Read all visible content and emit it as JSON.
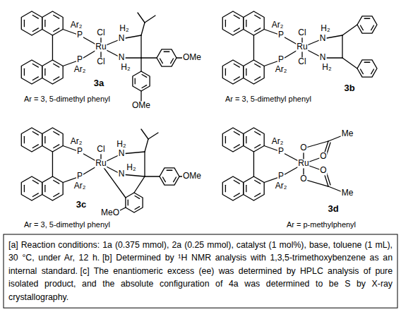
{
  "diagram": {
    "labels": [
      "P",
      "Ar₂",
      "Cl",
      "Ru",
      "P",
      "Ar₂",
      "Cl",
      "H₂",
      "N",
      "N",
      "H₂",
      "OMe",
      "OMe",
      "3a",
      "Ar = 3, 5-dimethyl phenyl",
      "P",
      "Ar₂",
      "Cl",
      "Ru",
      "P",
      "Ar₂",
      "Cl",
      "H₂",
      "N",
      "N",
      "H₂",
      "3b",
      "Ar = 3, 5-dimethyl phenyl",
      "P",
      "Ar₂",
      "Cl",
      "Ru",
      "P",
      "Ar₂",
      "H₂",
      "N",
      "N",
      "H₂",
      "OMe",
      "MeO",
      "3c",
      "Ar = 3, 5-dimethyl phenyl",
      "P",
      "Ar₂",
      "O",
      "Ru",
      "O",
      "P",
      "Ar₂",
      "O",
      "O",
      "Me",
      "Me",
      "3d",
      "Ar = p-methylphenyl",
      "[a] Reaction conditions: 1a (0.375 mmol), 2a (0.25 mmol), catalyst (1 mol%), base, toluene (1 mL), 30 °C, under Ar, 12 h.",
      "[b] Determined by ¹H NMR analysis with 1,3,5-trimethoxybenzene as an internal standard.",
      "[c] The enantiomeric excess (ee) was determined by HPLC analysis of pure isolated product, and the absolute configuration of 4a was determined to be S by X-ray crystallography."
    ]
  }
}
